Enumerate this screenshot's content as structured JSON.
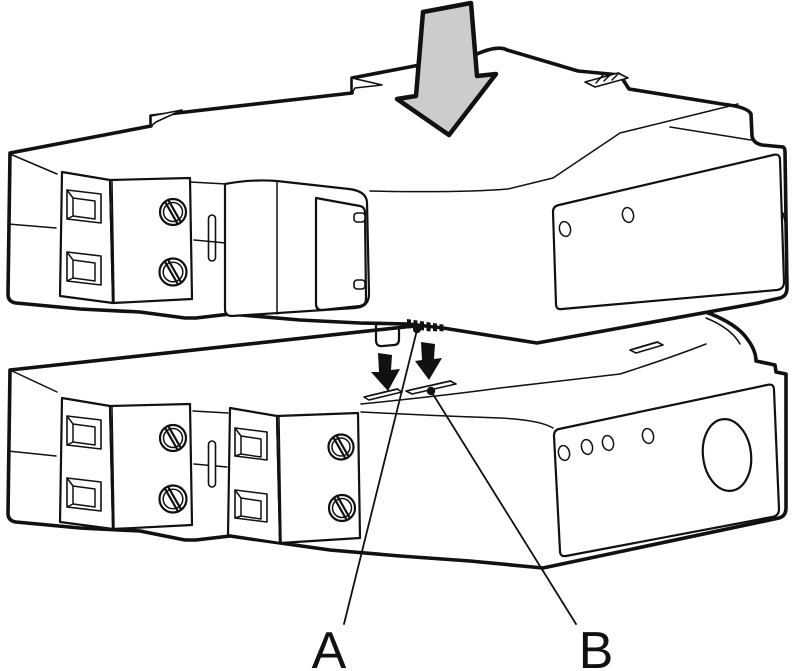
{
  "figure": {
    "labels": {
      "a": "A",
      "b": "B"
    },
    "colors": {
      "background": "#ffffff",
      "line": "#111111",
      "arrow_fill": "#cccccc"
    },
    "icons": {
      "press_arrow": "large-down-arrow",
      "align_arrow_left": "small-down-arrow",
      "align_arrow_right": "small-down-arrow"
    }
  }
}
